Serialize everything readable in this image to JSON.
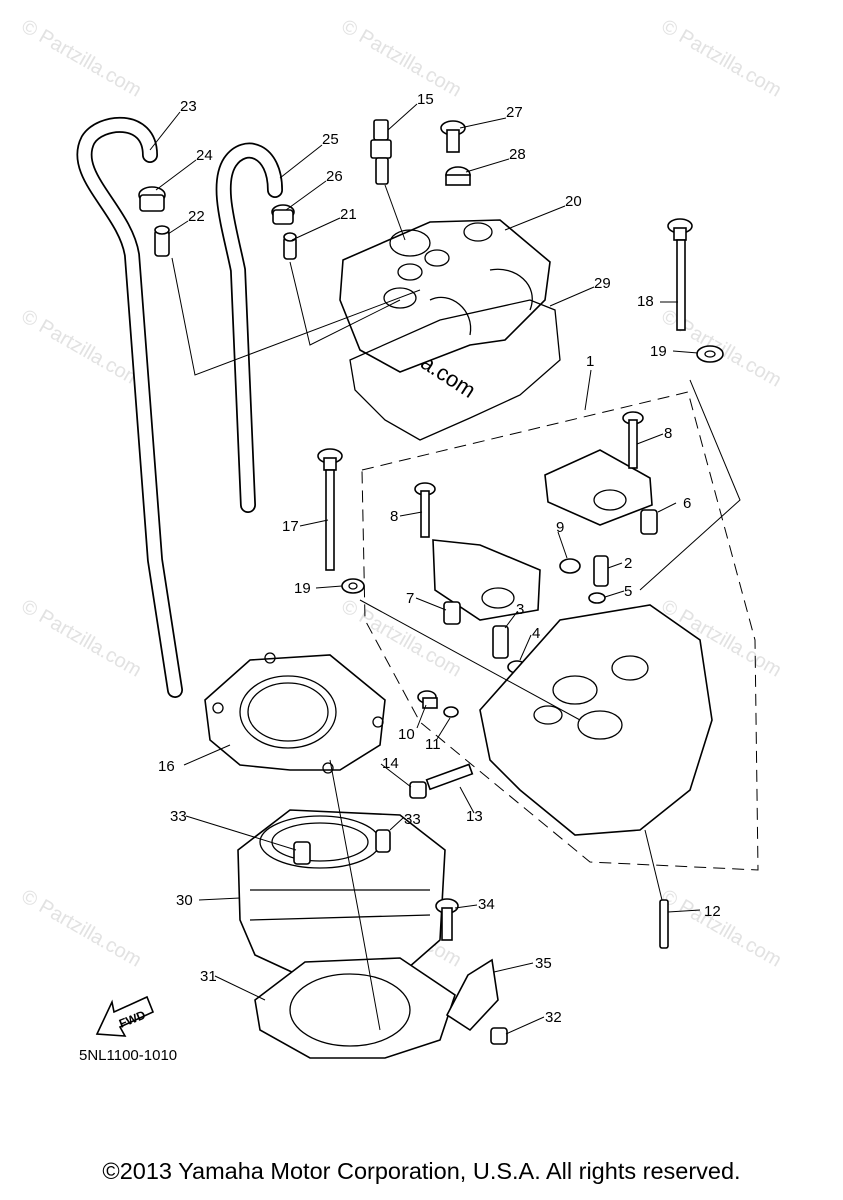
{
  "diagram": {
    "code": "5NL1100-1010",
    "fwd_label": "FWD",
    "watermark": "© Partzilla.com",
    "callouts": [
      "23",
      "15",
      "27",
      "24",
      "25",
      "28",
      "26",
      "20",
      "22",
      "21",
      "29",
      "18",
      "19",
      "1",
      "8",
      "17",
      "8",
      "6",
      "9",
      "2",
      "19",
      "7",
      "5",
      "3",
      "4",
      "10",
      "11",
      "16",
      "14",
      "13",
      "33",
      "33",
      "30",
      "34",
      "12",
      "31",
      "35",
      "32"
    ]
  },
  "footer": {
    "copyright": "©2013 Yamaha Motor Corporation, U.S.A. All rights reserved."
  }
}
